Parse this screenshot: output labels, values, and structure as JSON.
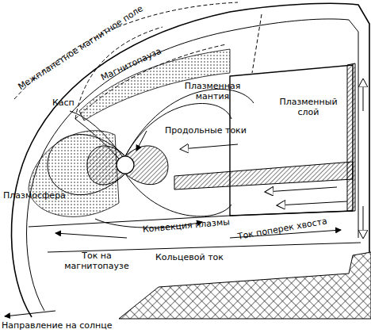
{
  "diagram": {
    "labels": [
      "Межпланетное магнитное поле",
      "Магнитопауза",
      "Касп",
      "Плазменная мантия",
      "Продольные токи",
      "Плазменный слой",
      "Плазмосфера",
      "Конвекция плазмы",
      "Ток поперек хвоста",
      "Ток на магнитопаузе",
      "Кольцевой ток",
      "Направление на солнце"
    ]
  }
}
